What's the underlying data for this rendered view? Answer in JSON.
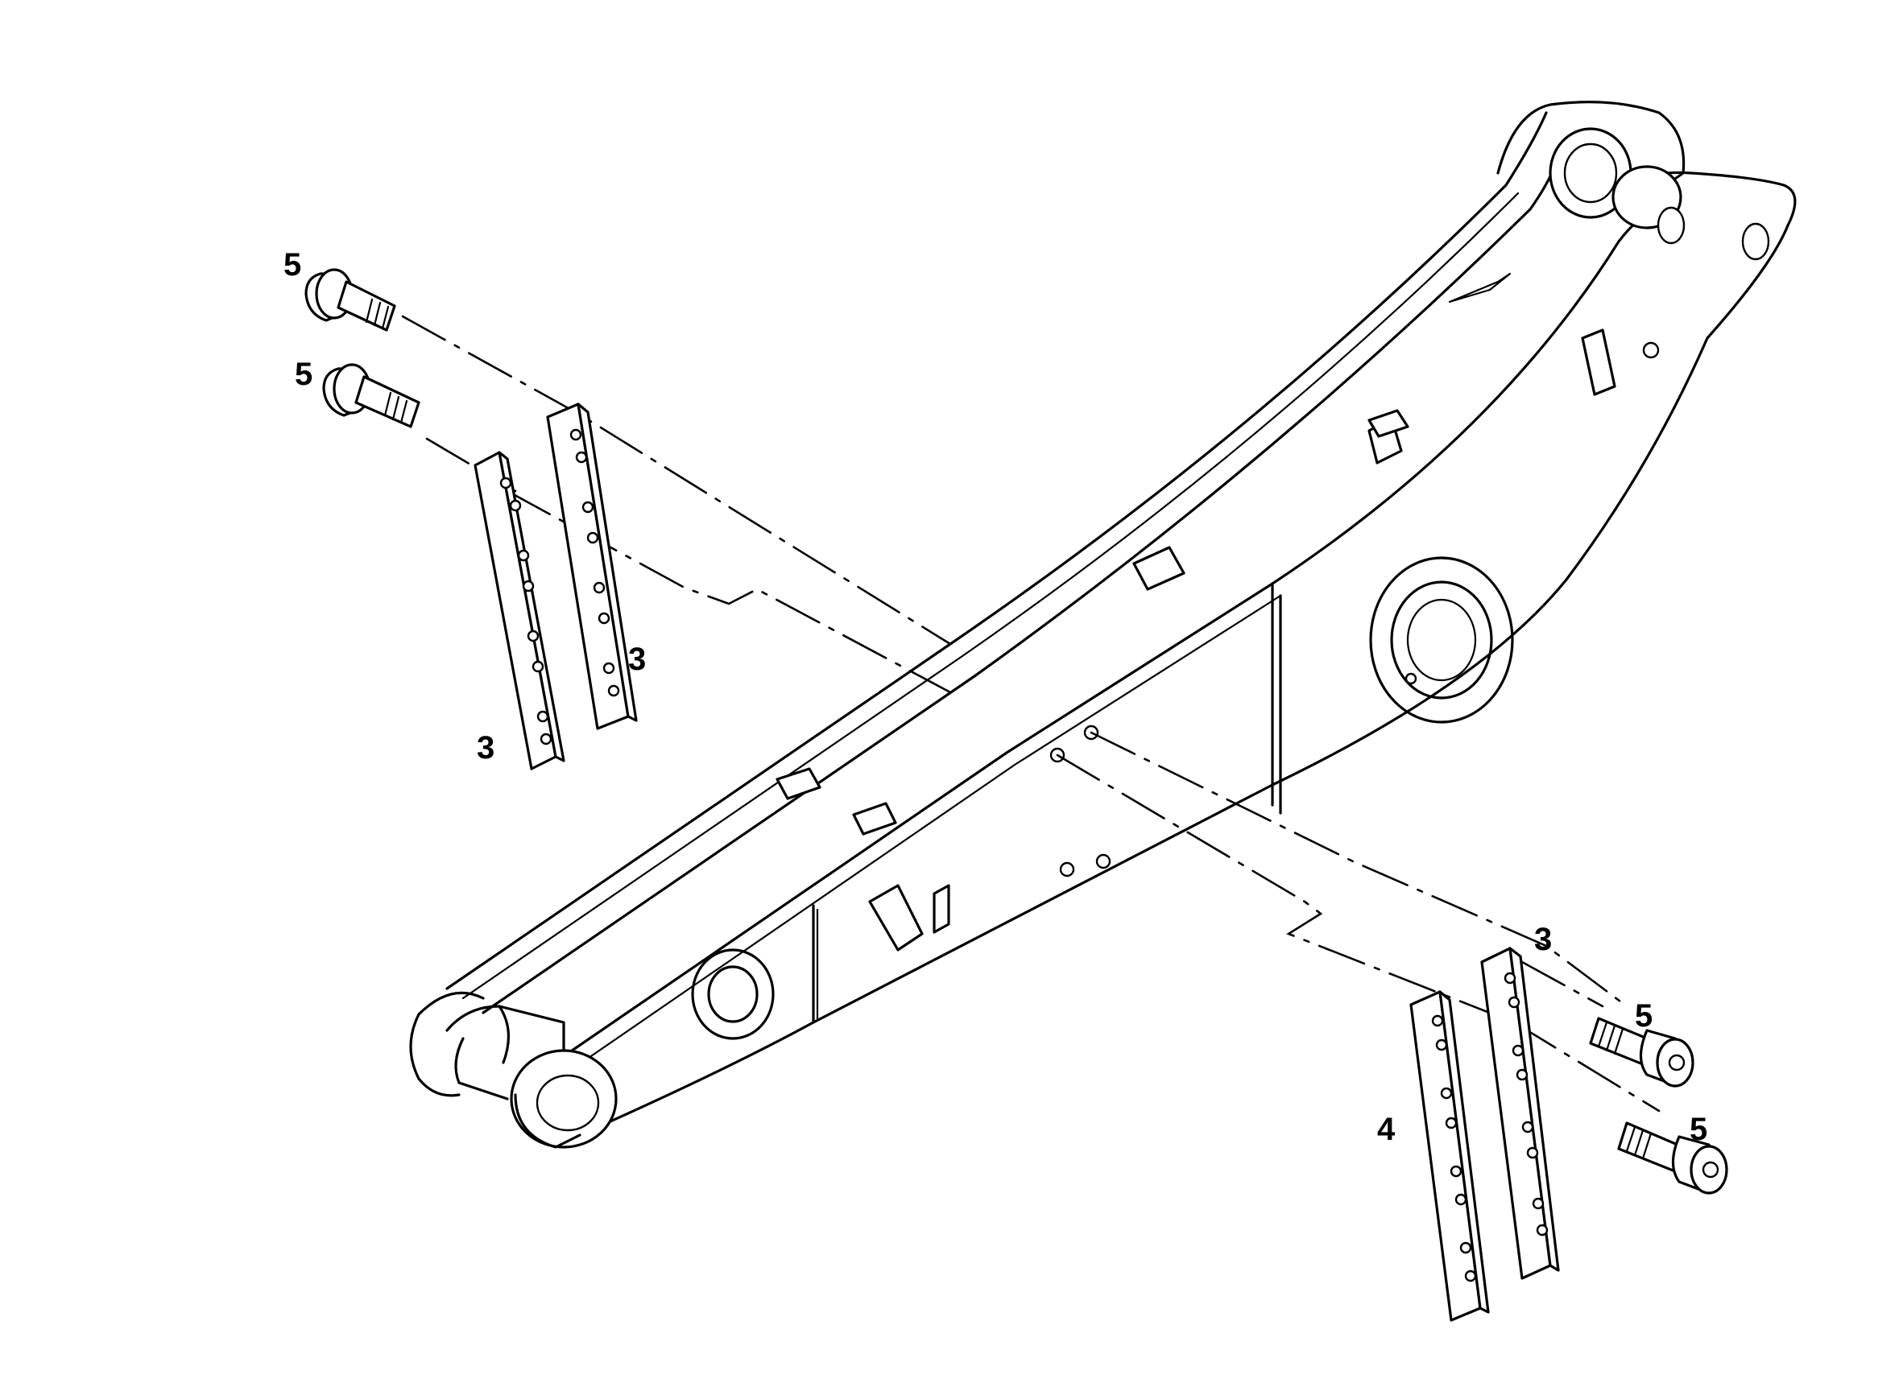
{
  "callouts": {
    "c1": "5",
    "c2": "5",
    "c3": "3",
    "c4": "3",
    "c5": "3",
    "c6": "5",
    "c7": "4",
    "c8": "5"
  }
}
